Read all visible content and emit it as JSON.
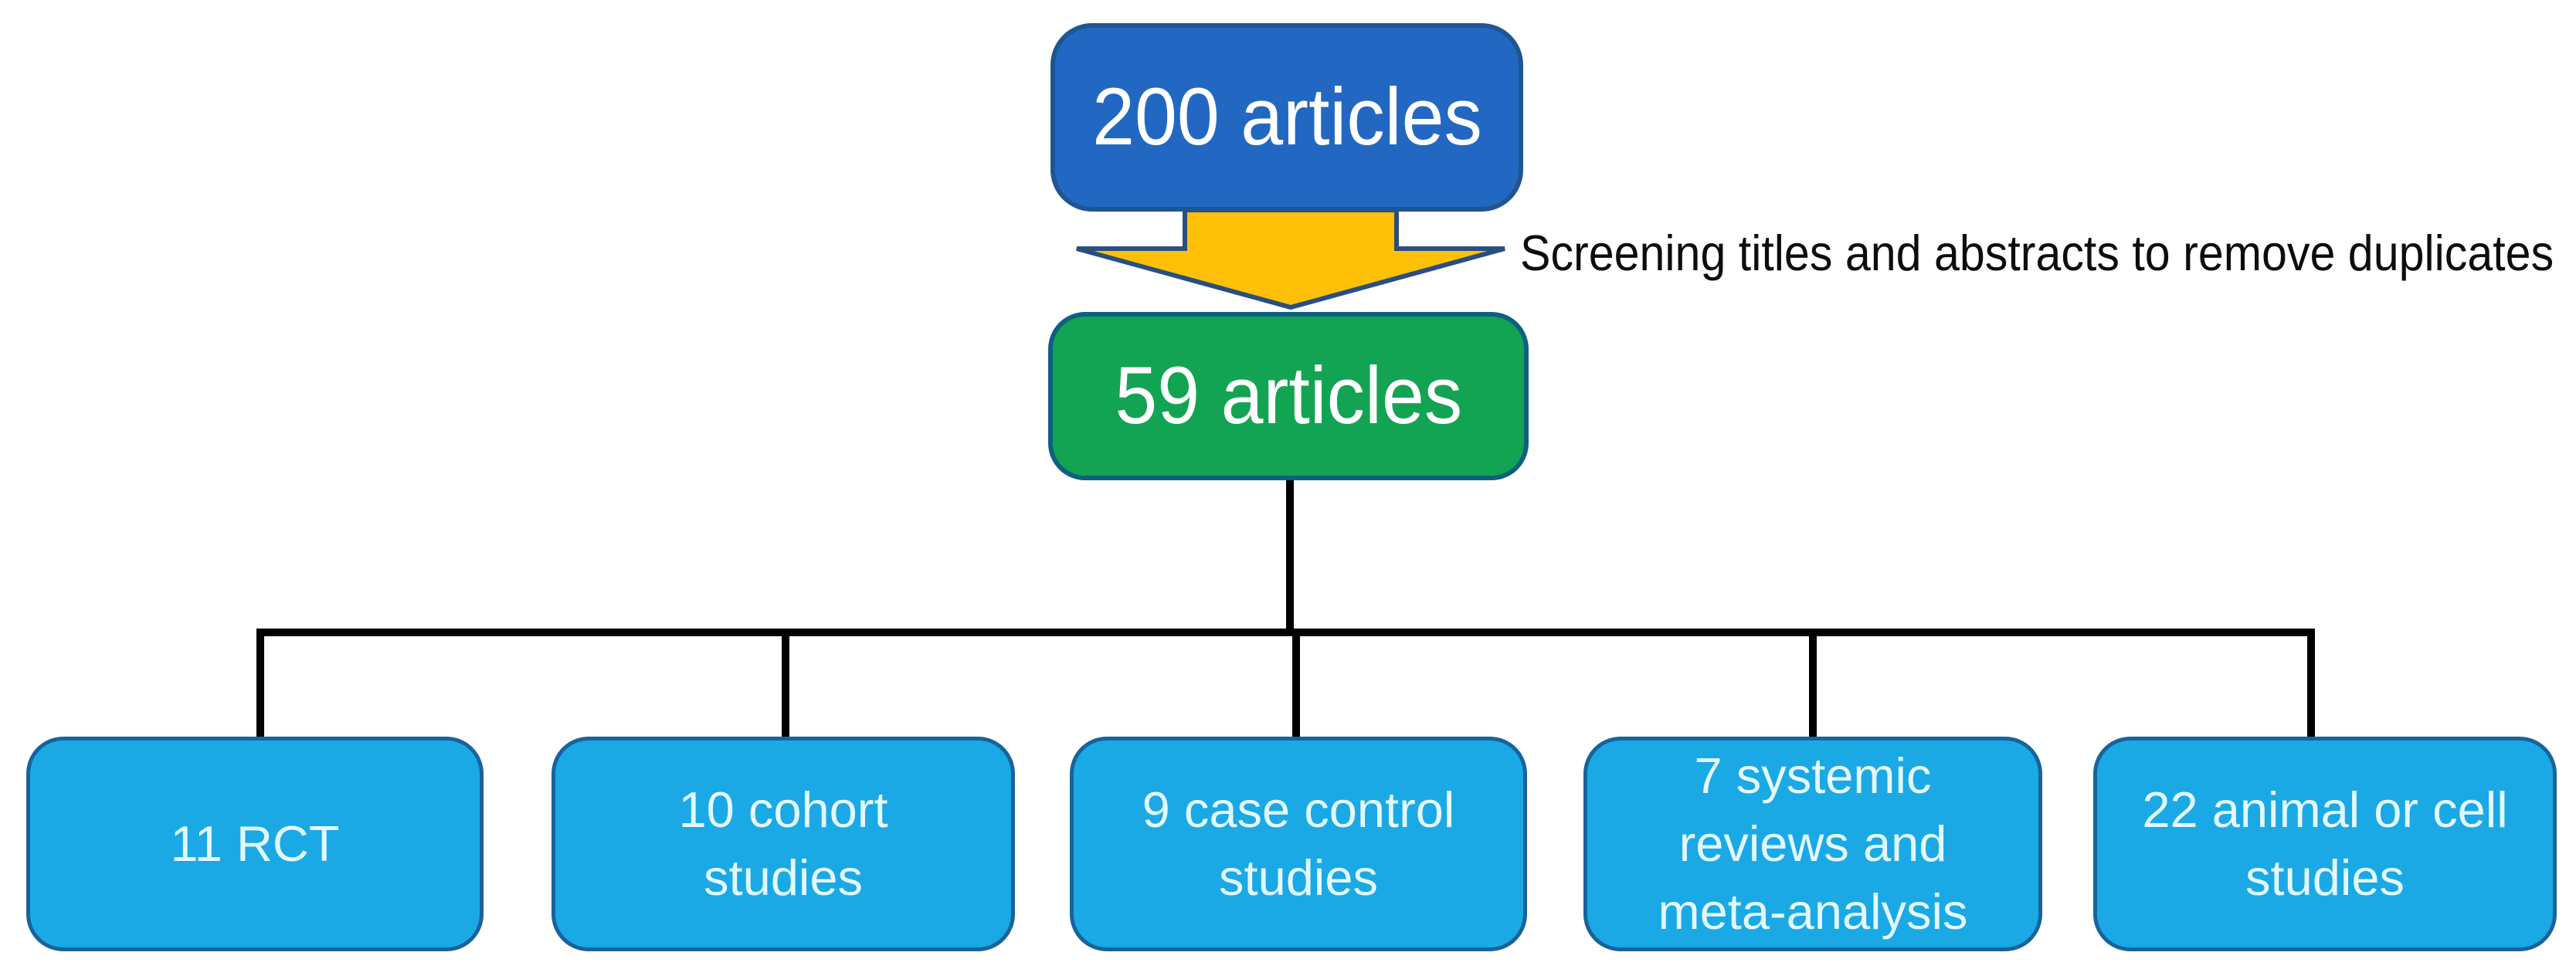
{
  "diagram": {
    "source_node": {
      "label": "200 articles"
    },
    "screening_step": {
      "label": "Screening titles and abstracts to remove duplicates"
    },
    "included_node": {
      "label": "59 articles"
    },
    "category_nodes": [
      {
        "label": "11 RCT"
      },
      {
        "label": "10 cohort\nstudies"
      },
      {
        "label": "9 case control\nstudies"
      },
      {
        "label": "7 systemic\nreviews and\nmeta-analysis"
      },
      {
        "label": "22 animal or cell\nstudies"
      }
    ]
  },
  "theme": {
    "background": "#FFFFFF",
    "box_blue_fill": "#2268C2",
    "box_blue_border": "#1F5591",
    "box_green_fill": "#12A452",
    "box_green_border": "#0E6080",
    "box_cyan_fill": "#1AA9E5",
    "box_cyan_border": "#18639B",
    "arrow_fill": "#FFC008",
    "arrow_border": "#2A4E80",
    "connector": "#000000",
    "text_light": "#FFFFFF",
    "text_cyan_light": "#E3F8FF",
    "annotation_text": "#0D0D0D"
  }
}
